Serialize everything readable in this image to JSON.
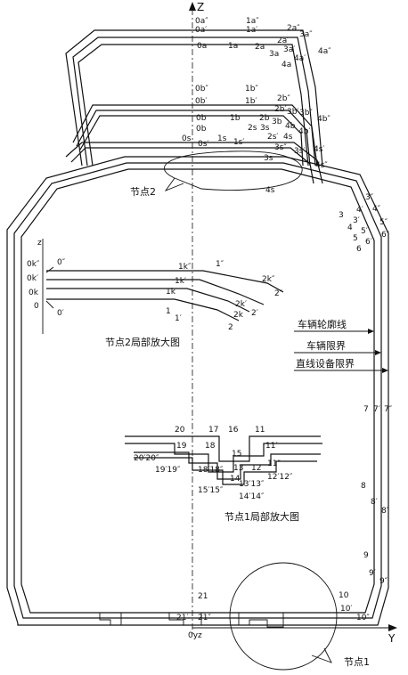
{
  "axes": {
    "z": "Z",
    "y": "Y",
    "origin": "0yz"
  },
  "captions": {
    "node2": "节点2",
    "node1": "节点1",
    "enlarge2": "节点2局部放大图",
    "enlarge1": "节点1局部放大图"
  },
  "legend": {
    "contour": "车辆轮廓线",
    "gauge": "车辆限界",
    "equip": "直线设备限界"
  },
  "labels": {
    "a0a2": "0a″",
    "a0a1": "0a′",
    "a0a": "0a",
    "a1a2": "1a″",
    "a1a1": "1a′",
    "a1a": "1a",
    "a2a2": "2a″",
    "a3a2": "3a″",
    "a2a1": "2a′",
    "a3a1": "3a′",
    "a2a": "2a",
    "a3a": "3a",
    "a4a": "4a",
    "a4a1": "4a′",
    "a4a2": "4a″",
    "b0b2": "0b″",
    "b0b1": "0b′",
    "b0b": "0b",
    "b1b2": "1b″",
    "b1b1": "1b′",
    "b1b": "1b",
    "b2b2": "2b″",
    "b2b1": "2b′",
    "b3b1": "3b′",
    "b2b": "2b",
    "b3b": "3b",
    "b4b": "4b",
    "b3b2": "3b″",
    "b4b1": "4b′",
    "b4b2": "4b″",
    "s0s": "0s",
    "s0s1": "0s′",
    "s1s": "1s",
    "s1s1": "1s′",
    "s2s": "2s",
    "s3s": "3s",
    "s2s1": "2s′",
    "s4s": "4s",
    "s3s2": "3s″",
    "s3s1": "3s′",
    "s4s1": "4s′",
    "s4s2": "4s″",
    "s3s_low": "3s",
    "s4s_low": "4s",
    "r3": "3",
    "r3p": "3′",
    "r3pp": "3″",
    "r4": "4",
    "r4p": "4′",
    "r4pp": "4″",
    "r5": "5",
    "r5p": "5′",
    "r5pp": "5″",
    "r6": "6",
    "r6p": "6′",
    "r6pp": "6″",
    "r7": "7",
    "r7p": "7′",
    "r7pp": "7″",
    "r8": "8",
    "r8p": "8′",
    "r8pp": "8″",
    "r9": "9",
    "r9p": "9′",
    "r9pp": "9″",
    "r10": "10",
    "r10p": "10′",
    "r10pp": "10″",
    "b21": "21",
    "b21p": "21′",
    "b21pp": "21″",
    "e2z": "z",
    "e2k2": "0k″",
    "e2k1": "0k′",
    "e2k": "0k",
    "e20": "0",
    "e2_0pp": "0″",
    "e2_0p": "0′",
    "e2_1k2": "1k″",
    "e2_1k1": "1k′",
    "e2_1k": "1k",
    "e2_1": "1",
    "e2_1pp": "1″",
    "e2_1p": "1′",
    "e2_2k2": "2k″",
    "e2_2pp": "2″",
    "e2_2k1": "2k′",
    "e2_2k": "2k",
    "e2_2p": "2′",
    "e2_2": "2",
    "e1_20": "20",
    "e1_17": "17",
    "e1_16": "16",
    "e1_11": "11",
    "e1_19": "19",
    "e1_18": "18",
    "e1_11p": "11′",
    "e1_2020": "20′20″",
    "e1_15": "15",
    "e1_1919": "19′19″",
    "e1_18b": "18′18″",
    "e1_13": "13",
    "e1_12": "12",
    "e1_11pp": "11″",
    "e1_14": "14",
    "e1_13b": "13′13″",
    "e1_1212": "12′12″",
    "e1_1515": "15′15″",
    "e1_1414": "14′14″"
  }
}
